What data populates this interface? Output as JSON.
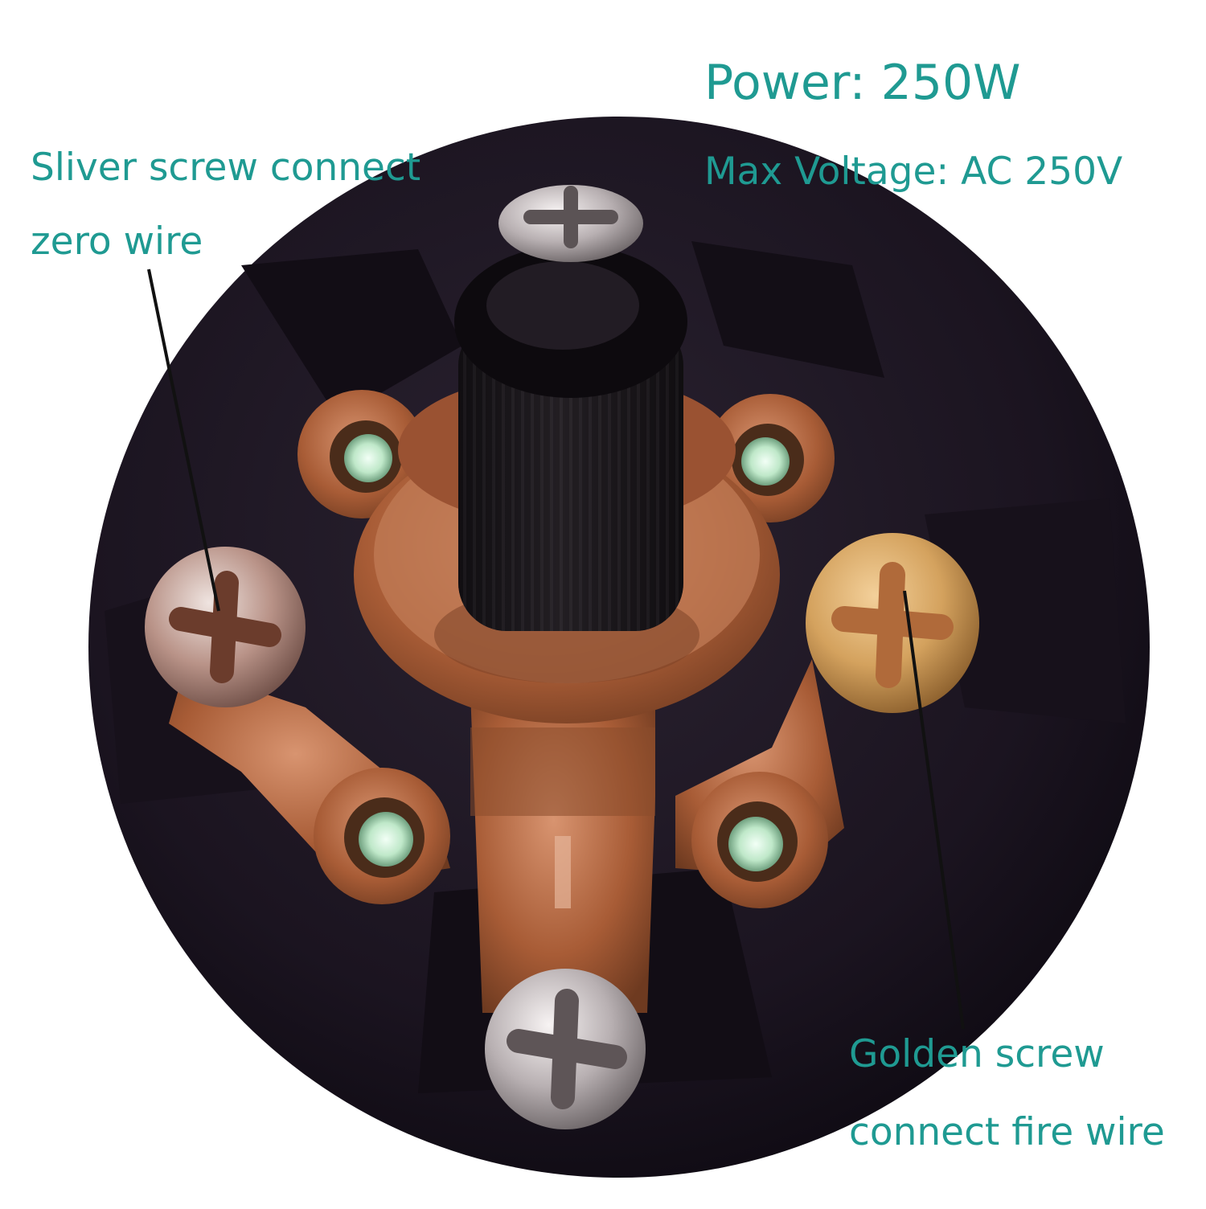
{
  "colors": {
    "text_accent": "#1f9a92",
    "background": "#ffffff",
    "switch_body": "#1b1420",
    "copper": "#b5693c",
    "gold_screw": "#d4a25e",
    "silver_screw": "#c9a59a",
    "pointer_line": "#111111"
  },
  "specs": {
    "power": "Power: 250W",
    "max_voltage": "Max Voltage: AC 250V"
  },
  "annotations": {
    "silver_screw": {
      "line1": "Sliver screw connect",
      "line2": "zero wire"
    },
    "golden_screw": {
      "line1": "Golden screw",
      "line2": "connect fire wire"
    }
  }
}
